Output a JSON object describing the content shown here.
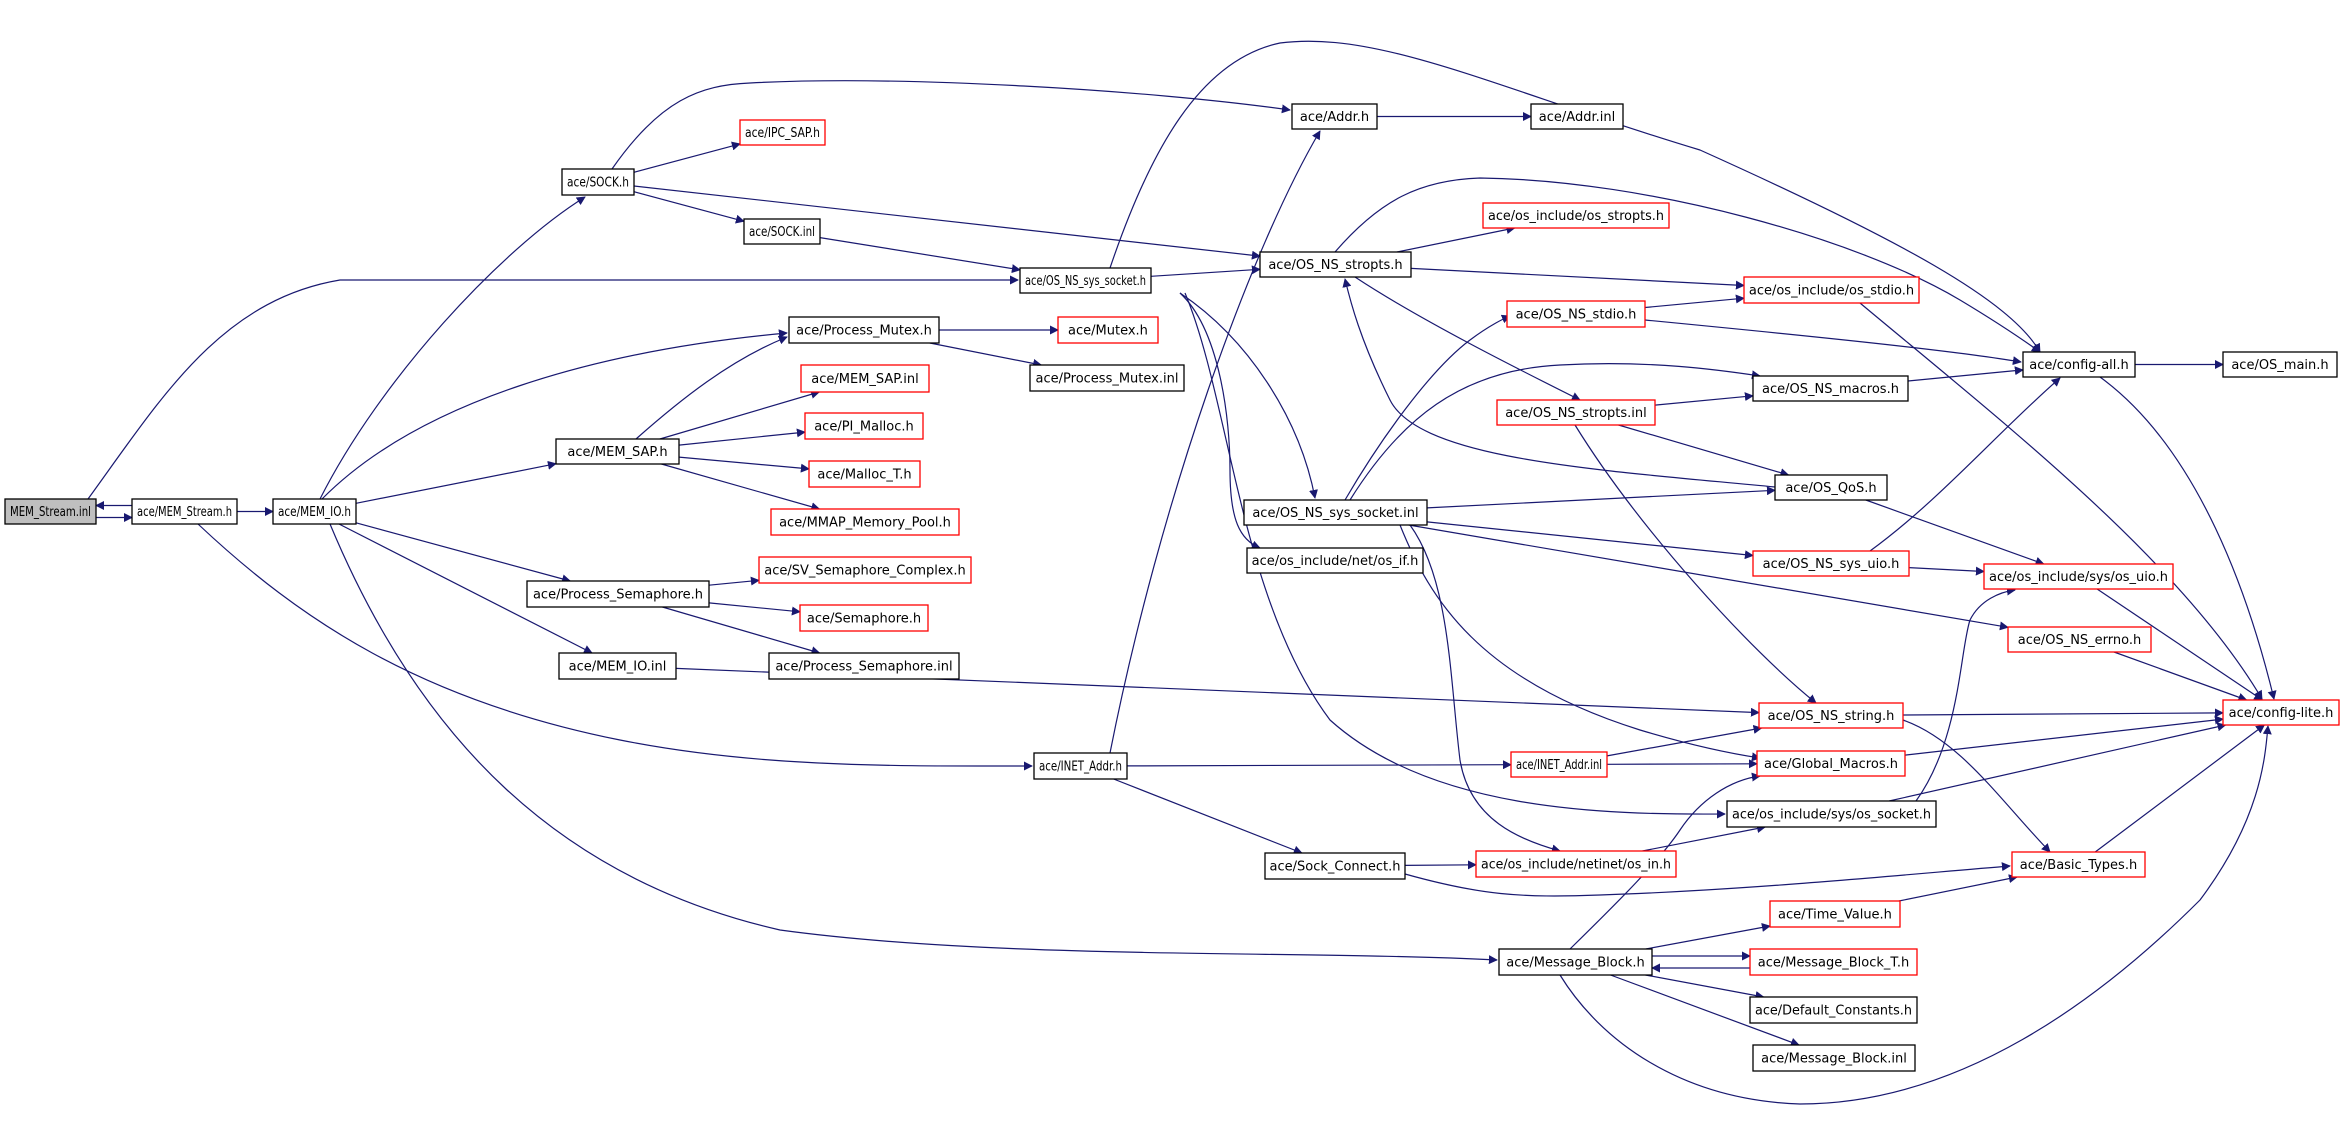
{
  "title": "MEM_Stream.inl include dependency graph",
  "colors": {
    "edge": "#191970",
    "node_border": "#000000",
    "missing_node_border": "#ff0000",
    "root_fill": "#bfbfbf",
    "node_fill": "#ffffff"
  },
  "nodes": [
    {
      "id": "mem_stream_inl",
      "label": "MEM_Stream.inl",
      "root": true,
      "missing": false
    },
    {
      "id": "mem_stream_h",
      "label": "ace/MEM_Stream.h",
      "missing": false
    },
    {
      "id": "mem_io_h",
      "label": "ace/MEM_IO.h",
      "missing": false
    },
    {
      "id": "sock_h",
      "label": "ace/SOCK.h",
      "missing": false
    },
    {
      "id": "ipc_sap_h",
      "label": "ace/IPC_SAP.h",
      "missing": true
    },
    {
      "id": "sock_inl",
      "label": "ace/SOCK.inl",
      "missing": false
    },
    {
      "id": "addr_h",
      "label": "ace/Addr.h",
      "missing": false
    },
    {
      "id": "addr_inl",
      "label": "ace/Addr.inl",
      "missing": false
    },
    {
      "id": "os_ns_sys_socket_h",
      "label": "ace/OS_NS_sys_socket.h",
      "missing": false
    },
    {
      "id": "os_ns_stropts_h",
      "label": "ace/OS_NS_stropts.h",
      "missing": false
    },
    {
      "id": "os_stropts_h",
      "label": "ace/os_include/os_stropts.h",
      "missing": true
    },
    {
      "id": "os_stdio_h",
      "label": "ace/os_include/os_stdio.h",
      "missing": true
    },
    {
      "id": "os_ns_stdio_h",
      "label": "ace/OS_NS_stdio.h",
      "missing": true
    },
    {
      "id": "config_all_h",
      "label": "ace/config-all.h",
      "missing": false
    },
    {
      "id": "os_main_h",
      "label": "ace/OS_main.h",
      "missing": false
    },
    {
      "id": "process_mutex_h",
      "label": "ace/Process_Mutex.h",
      "missing": false
    },
    {
      "id": "mutex_h",
      "label": "ace/Mutex.h",
      "missing": true
    },
    {
      "id": "process_mutex_inl",
      "label": "ace/Process_Mutex.inl",
      "missing": false
    },
    {
      "id": "mem_sap_inl",
      "label": "ace/MEM_SAP.inl",
      "missing": true
    },
    {
      "id": "mem_sap_h",
      "label": "ace/MEM_SAP.h",
      "missing": false
    },
    {
      "id": "pi_malloc_h",
      "label": "ace/PI_Malloc.h",
      "missing": true
    },
    {
      "id": "malloc_t_h",
      "label": "ace/Malloc_T.h",
      "missing": true
    },
    {
      "id": "mmap_memory_pool_h",
      "label": "ace/MMAP_Memory_Pool.h",
      "missing": true
    },
    {
      "id": "sv_semaphore_complex_h",
      "label": "ace/SV_Semaphore_Complex.h",
      "missing": true
    },
    {
      "id": "process_semaphore_h",
      "label": "ace/Process_Semaphore.h",
      "missing": false
    },
    {
      "id": "semaphore_h",
      "label": "ace/Semaphore.h",
      "missing": true
    },
    {
      "id": "process_semaphore_inl",
      "label": "ace/Process_Semaphore.inl",
      "missing": false
    },
    {
      "id": "mem_io_inl",
      "label": "ace/MEM_IO.inl",
      "missing": false
    },
    {
      "id": "os_ns_stropts_inl",
      "label": "ace/OS_NS_stropts.inl",
      "missing": true
    },
    {
      "id": "os_ns_macros_h",
      "label": "ace/OS_NS_macros.h",
      "missing": false
    },
    {
      "id": "os_qos_h",
      "label": "ace/OS_QoS.h",
      "missing": false
    },
    {
      "id": "os_ns_sys_socket_inl",
      "label": "ace/OS_NS_sys_socket.inl",
      "missing": false
    },
    {
      "id": "os_if_h",
      "label": "ace/os_include/net/os_if.h",
      "missing": false
    },
    {
      "id": "os_ns_sys_uio_h",
      "label": "ace/OS_NS_sys_uio.h",
      "missing": true
    },
    {
      "id": "os_uio_h",
      "label": "ace/os_include/sys/os_uio.h",
      "missing": true
    },
    {
      "id": "os_ns_errno_h",
      "label": "ace/OS_NS_errno.h",
      "missing": true
    },
    {
      "id": "os_ns_string_h",
      "label": "ace/OS_NS_string.h",
      "missing": true
    },
    {
      "id": "config_lite_h",
      "label": "ace/config-lite.h",
      "missing": true
    },
    {
      "id": "inet_addr_h",
      "label": "ace/INET_Addr.h",
      "missing": false
    },
    {
      "id": "inet_addr_inl",
      "label": "ace/INET_Addr.inl",
      "missing": true
    },
    {
      "id": "global_macros_h",
      "label": "ace/Global_Macros.h",
      "missing": true
    },
    {
      "id": "os_socket_h",
      "label": "ace/os_include/sys/os_socket.h",
      "missing": false
    },
    {
      "id": "sock_connect_h",
      "label": "ace/Sock_Connect.h",
      "missing": false
    },
    {
      "id": "os_in_h",
      "label": "ace/os_include/netinet/os_in.h",
      "missing": true
    },
    {
      "id": "basic_types_h",
      "label": "ace/Basic_Types.h",
      "missing": true
    },
    {
      "id": "time_value_h",
      "label": "ace/Time_Value.h",
      "missing": true
    },
    {
      "id": "message_block_h",
      "label": "ace/Message_Block.h",
      "missing": false
    },
    {
      "id": "message_block_t_h",
      "label": "ace/Message_Block_T.h",
      "missing": true
    },
    {
      "id": "default_constants_h",
      "label": "ace/Default_Constants.h",
      "missing": false
    },
    {
      "id": "message_block_inl",
      "label": "ace/Message_Block.inl",
      "missing": false
    }
  ],
  "edges": [
    [
      "mem_stream_inl",
      "mem_stream_h"
    ],
    [
      "mem_stream_h",
      "mem_stream_inl"
    ],
    [
      "mem_stream_inl",
      "os_ns_sys_socket_h"
    ],
    [
      "mem_stream_h",
      "mem_io_h"
    ],
    [
      "mem_stream_h",
      "inet_addr_h"
    ],
    [
      "mem_io_h",
      "sock_h"
    ],
    [
      "mem_io_h",
      "process_mutex_h"
    ],
    [
      "mem_io_h",
      "mem_sap_h"
    ],
    [
      "mem_io_h",
      "process_semaphore_h"
    ],
    [
      "mem_io_h",
      "mem_io_inl"
    ],
    [
      "mem_io_h",
      "message_block_h"
    ],
    [
      "sock_h",
      "addr_h"
    ],
    [
      "sock_h",
      "ipc_sap_h"
    ],
    [
      "sock_h",
      "sock_inl"
    ],
    [
      "sock_h",
      "os_ns_stropts_h"
    ],
    [
      "sock_inl",
      "os_ns_sys_socket_h"
    ],
    [
      "addr_h",
      "addr_inl"
    ],
    [
      "os_ns_sys_socket_h",
      "os_ns_stropts_h"
    ],
    [
      "os_ns_sys_socket_h",
      "config_all_h"
    ],
    [
      "os_ns_sys_socket_h",
      "os_ns_sys_socket_inl"
    ],
    [
      "os_ns_sys_socket_h",
      "os_if_h"
    ],
    [
      "os_ns_sys_socket_h",
      "os_socket_h"
    ],
    [
      "os_ns_stropts_h",
      "os_stropts_h"
    ],
    [
      "os_ns_stropts_h",
      "os_stdio_h"
    ],
    [
      "os_ns_stropts_h",
      "config_all_h"
    ],
    [
      "os_ns_stropts_h",
      "os_ns_stropts_inl"
    ],
    [
      "os_ns_stdio_h",
      "os_stdio_h"
    ],
    [
      "os_ns_stdio_h",
      "config_all_h"
    ],
    [
      "os_stdio_h",
      "config_lite_h"
    ],
    [
      "config_all_h",
      "os_main_h"
    ],
    [
      "config_all_h",
      "config_lite_h"
    ],
    [
      "process_mutex_h",
      "mutex_h"
    ],
    [
      "process_mutex_h",
      "process_mutex_inl"
    ],
    [
      "mem_sap_h",
      "process_mutex_h"
    ],
    [
      "mem_sap_h",
      "mem_sap_inl"
    ],
    [
      "mem_sap_h",
      "pi_malloc_h"
    ],
    [
      "mem_sap_h",
      "malloc_t_h"
    ],
    [
      "mem_sap_h",
      "mmap_memory_pool_h"
    ],
    [
      "process_semaphore_h",
      "sv_semaphore_complex_h"
    ],
    [
      "process_semaphore_h",
      "semaphore_h"
    ],
    [
      "process_semaphore_h",
      "process_semaphore_inl"
    ],
    [
      "mem_io_inl",
      "os_ns_string_h"
    ],
    [
      "os_ns_stropts_inl",
      "os_ns_macros_h"
    ],
    [
      "os_ns_stropts_inl",
      "os_qos_h"
    ],
    [
      "os_ns_stropts_inl",
      "os_ns_string_h"
    ],
    [
      "os_ns_macros_h",
      "config_all_h"
    ],
    [
      "os_qos_h",
      "os_ns_stropts_h"
    ],
    [
      "os_qos_h",
      "os_uio_h"
    ],
    [
      "os_ns_sys_socket_inl",
      "os_ns_stdio_h"
    ],
    [
      "os_ns_sys_socket_inl",
      "os_ns_macros_h"
    ],
    [
      "os_ns_sys_socket_inl",
      "os_qos_h"
    ],
    [
      "os_ns_sys_socket_inl",
      "os_ns_sys_uio_h"
    ],
    [
      "os_ns_sys_socket_inl",
      "os_ns_errno_h"
    ],
    [
      "os_ns_sys_socket_inl",
      "global_macros_h"
    ],
    [
      "os_ns_sys_socket_inl",
      "os_in_h"
    ],
    [
      "os_ns_sys_uio_h",
      "os_uio_h"
    ],
    [
      "os_ns_sys_uio_h",
      "config_all_h"
    ],
    [
      "os_uio_h",
      "config_lite_h"
    ],
    [
      "os_ns_errno_h",
      "config_lite_h"
    ],
    [
      "os_ns_string_h",
      "config_lite_h"
    ],
    [
      "os_ns_string_h",
      "basic_types_h"
    ],
    [
      "global_macros_h",
      "config_lite_h"
    ],
    [
      "os_socket_h",
      "os_uio_h"
    ],
    [
      "os_socket_h",
      "config_lite_h"
    ],
    [
      "inet_addr_h",
      "addr_h"
    ],
    [
      "inet_addr_h",
      "inet_addr_inl"
    ],
    [
      "inet_addr_h",
      "sock_connect_h"
    ],
    [
      "inet_addr_inl",
      "os_ns_string_h"
    ],
    [
      "inet_addr_inl",
      "global_macros_h"
    ],
    [
      "sock_connect_h",
      "os_in_h"
    ],
    [
      "sock_connect_h",
      "basic_types_h"
    ],
    [
      "os_in_h",
      "os_socket_h"
    ],
    [
      "basic_types_h",
      "config_lite_h"
    ],
    [
      "message_block_h",
      "global_macros_h"
    ],
    [
      "message_block_h",
      "time_value_h"
    ],
    [
      "message_block_h",
      "message_block_t_h"
    ],
    [
      "message_block_t_h",
      "message_block_h"
    ],
    [
      "message_block_h",
      "default_constants_h"
    ],
    [
      "message_block_h",
      "message_block_inl"
    ],
    [
      "message_block_h",
      "config_lite_h"
    ],
    [
      "time_value_h",
      "basic_types_h"
    ]
  ]
}
